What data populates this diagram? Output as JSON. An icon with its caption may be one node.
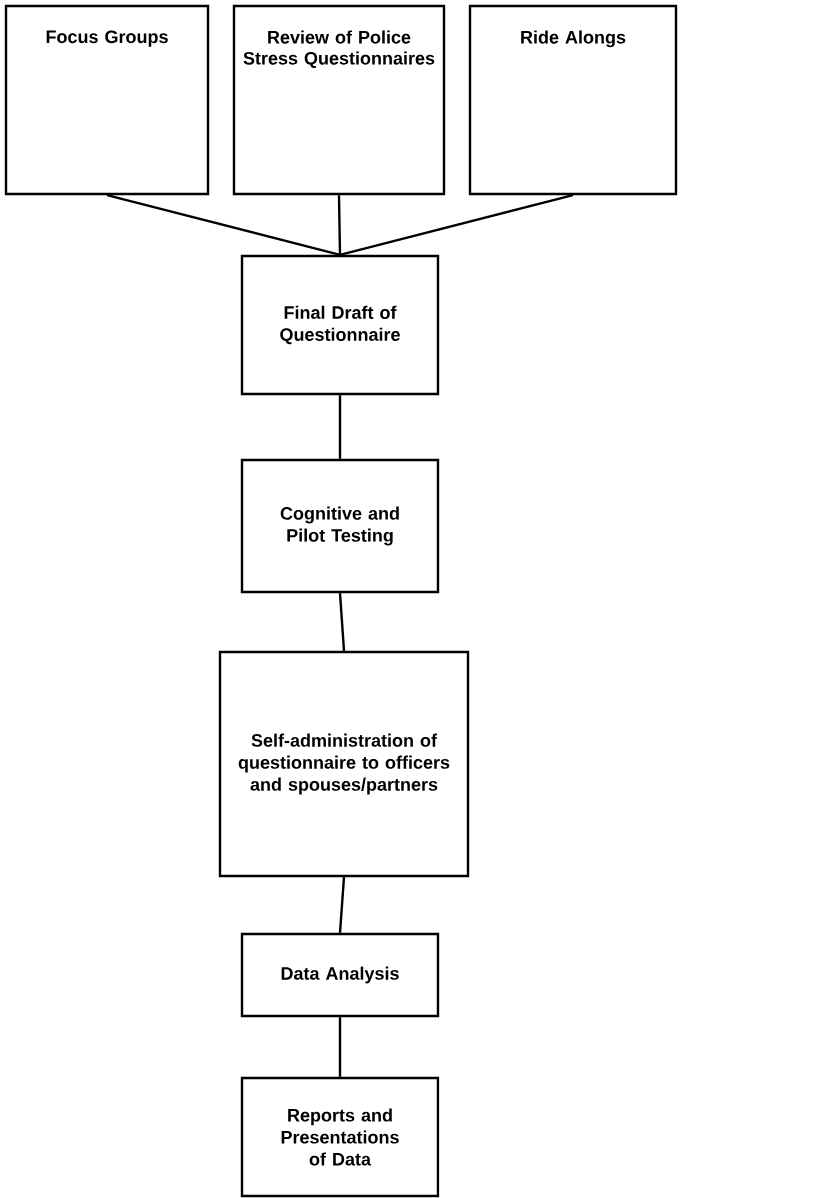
{
  "diagram": {
    "nodes": [
      {
        "text": [
          "Focus Groups"
        ]
      },
      {
        "text": [
          "Review of Police Stress Questionnaires"
        ]
      },
      {
        "text": [
          "Ride Alongs"
        ]
      },
      {
        "text": [
          "Final Draft of Questionnaire"
        ]
      },
      {
        "text": [
          "Cognitive and Pilot Testing"
        ]
      },
      {
        "text": [
          "Self-administration of questionnaire to officers and spouses/partners"
        ]
      },
      {
        "text": [
          "Data Analysis"
        ]
      },
      {
        "text": [
          "Reports and Presentations of Data"
        ]
      }
    ],
    "edges": [
      {
        "from": 0,
        "to": 3,
        "arrow": "none"
      },
      {
        "from": 1,
        "to": 3,
        "arrow": "none"
      },
      {
        "from": 2,
        "to": 3,
        "arrow": "none"
      },
      {
        "from": 3,
        "to": 4,
        "arrow": "none"
      },
      {
        "from": 4,
        "to": 5,
        "arrow": "none"
      },
      {
        "from": 5,
        "to": 6,
        "arrow": "none"
      },
      {
        "from": 6,
        "to": 7,
        "arrow": "none"
      }
    ]
  }
}
